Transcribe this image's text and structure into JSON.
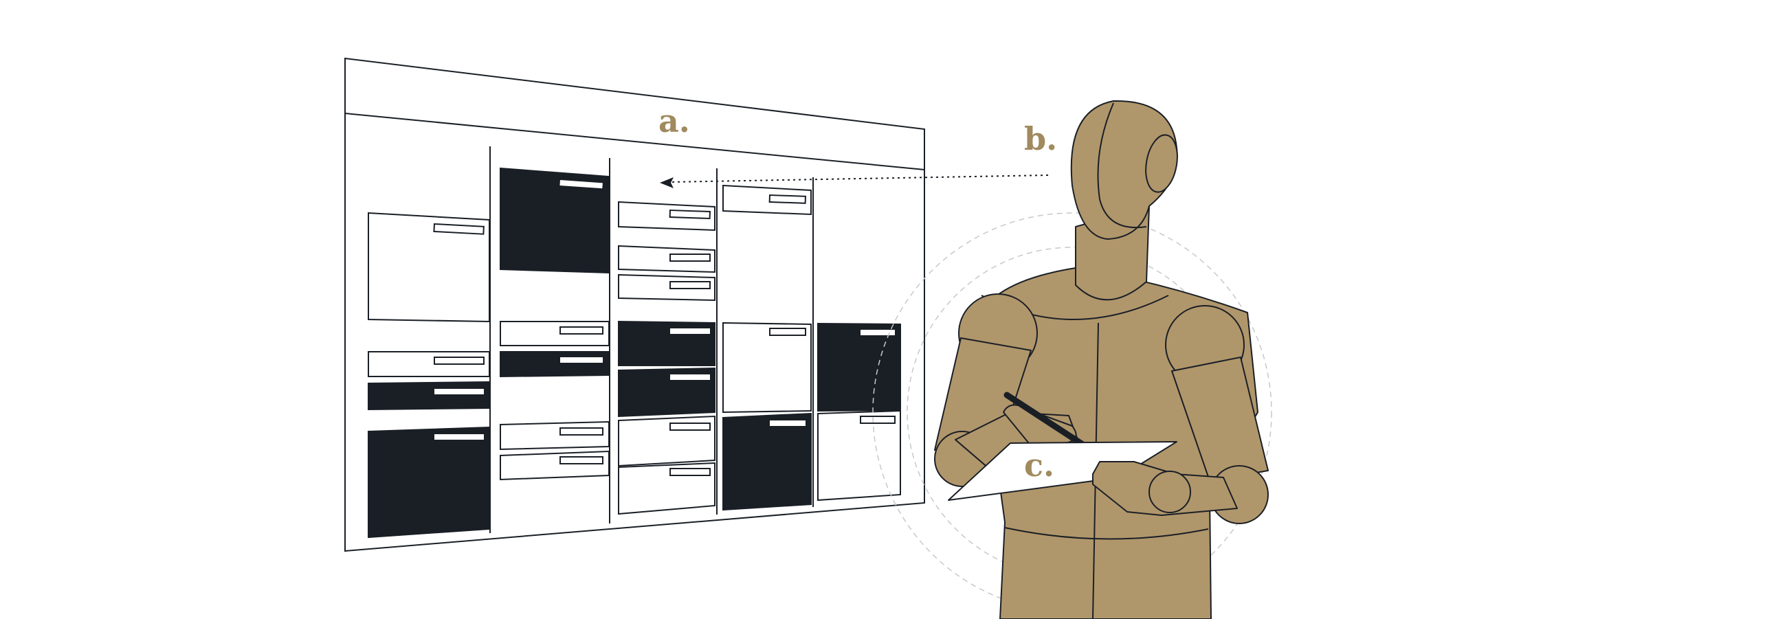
{
  "labels": {
    "a": "a.",
    "b": "b.",
    "c": "c."
  },
  "colors": {
    "label": "#a08a5e",
    "figure_fill": "#b0966b",
    "ink": "#1a1f26",
    "block_dark": "#1a1f26",
    "paper": "#ffffff",
    "guide_circle": "#c8c8c8"
  },
  "board": {
    "columns": 5,
    "filled_pattern": {
      "col1": [
        "outline",
        "outline",
        "dark",
        "dark"
      ],
      "col2": [
        "dark",
        "outline",
        "dark",
        "outline",
        "outline"
      ],
      "col3": [
        "outline",
        "outline",
        "outline",
        "dark",
        "dark",
        "outline",
        "outline"
      ],
      "col4": [
        "outline",
        "outline",
        "dark"
      ],
      "col5": [
        "dark",
        "outline"
      ]
    }
  }
}
